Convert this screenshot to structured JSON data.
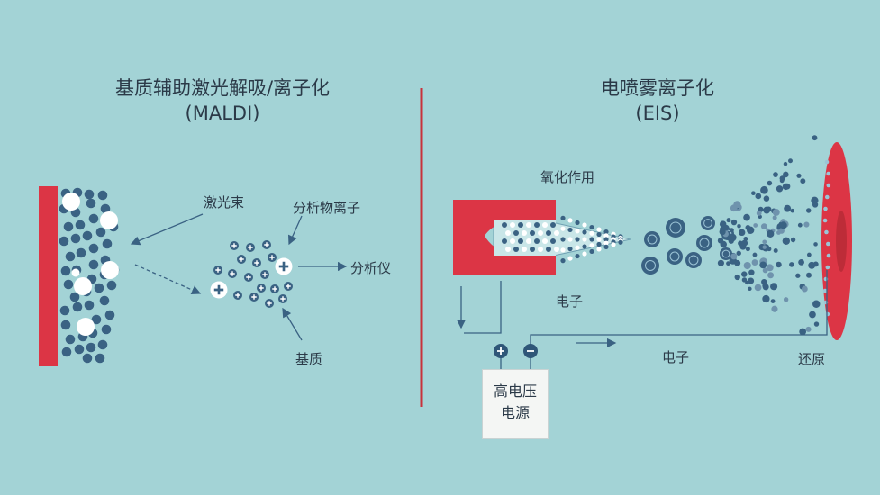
{
  "left": {
    "title": "基质辅助激光解吸/离子化",
    "subtitle": "(MALDI)",
    "laser_label": "激光束",
    "analyte_label": "分析物离子",
    "analyzer_label": "分析仪",
    "matrix_label": "基质"
  },
  "right": {
    "title": "电喷雾离子化",
    "subtitle": "(EIS)",
    "oxidation_label": "氧化作用",
    "electron_label_1": "电子",
    "electron_label_2": "电子",
    "reduction_label": "还原",
    "power_line1": "高电压",
    "power_line2": "电源"
  },
  "colors": {
    "background": "#a3d3d6",
    "red": "#dc3545",
    "dot": "#3a6283",
    "divider": "#c8323b"
  }
}
